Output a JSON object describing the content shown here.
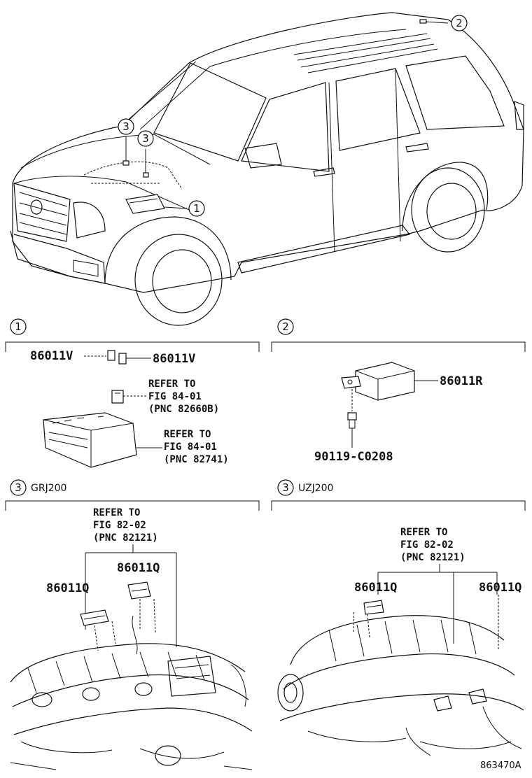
{
  "callouts": {
    "vehicle_1": "1",
    "vehicle_2": "2",
    "vehicle_3a": "3",
    "vehicle_3b": "3"
  },
  "section1": {
    "number": "1",
    "part_left": "86011V",
    "part_right": "86011V",
    "ref_a": [
      "REFER TO",
      "FIG 84-01",
      "(PNC 82660B)"
    ],
    "ref_b": [
      "REFER TO",
      "FIG 84-01",
      "(PNC 82741)"
    ]
  },
  "section2": {
    "number": "2",
    "part_main": "86011R",
    "part_bolt": "90119-C0208"
  },
  "section3_grj": {
    "number": "3",
    "label": "GRJ200",
    "ref": [
      "REFER TO",
      "FIG 82-02",
      "(PNC 82121)"
    ],
    "part_upper": "86011Q",
    "part_lower": "86011Q"
  },
  "section3_uzj": {
    "number": "3",
    "label": "UZJ200",
    "ref": [
      "REFER TO",
      "FIG 82-02",
      "(PNC 82121)"
    ],
    "part_left": "86011Q",
    "part_right": "86011Q"
  },
  "footer": {
    "figure_code": "863470A"
  }
}
